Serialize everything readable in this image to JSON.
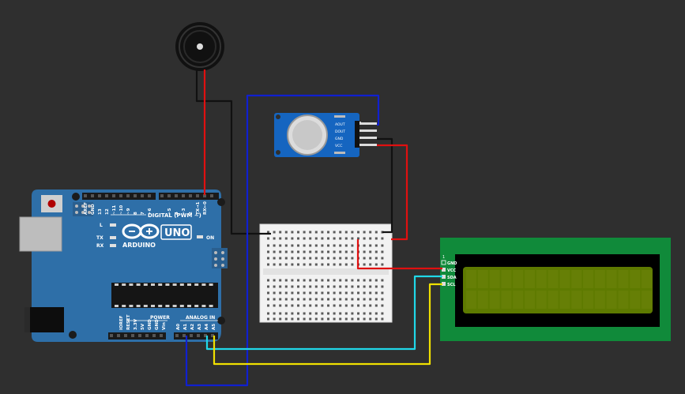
{
  "arduino": {
    "brand": "ARDUINO",
    "model": "UNO",
    "on_label": "ON",
    "l_label": "L",
    "tx_label": "TX",
    "rx_label": "RX",
    "digital_header": "DIGITAL (PWM ~)",
    "analog_header": "ANALOG IN",
    "power_header": "POWER",
    "digital_pins": [
      "AREF",
      "GND",
      "13",
      "12",
      "~11",
      "~10",
      "~9",
      "8",
      "7",
      "~6",
      "~5",
      "4",
      "~3",
      "2",
      "TX→1",
      "RX←0"
    ],
    "power_pins": [
      "IOREF",
      "RESET",
      "3.3V",
      "5V",
      "GND",
      "GND",
      "Vin"
    ],
    "analog_pins": [
      "A0",
      "A1",
      "A2",
      "A3",
      "A4",
      "A5"
    ]
  },
  "lcd": {
    "pin_labels": [
      "GND",
      "VCC",
      "SDA",
      "SCL"
    ],
    "pin_one_marker": "1"
  },
  "gas_sensor": {
    "pin_labels": [
      "AOUT",
      "DOUT",
      "GND",
      "VCC"
    ]
  },
  "colors": {
    "background": "#2f2f2f",
    "board": "#2e6fa8",
    "wire_red": "#e01010",
    "wire_black": "#111111",
    "wire_blue": "#1020d0",
    "wire_cyan": "#20d8e8",
    "wire_yellow": "#f0e000",
    "lcd_pcb": "#108a3a",
    "lcd_screen": "#5e7a00"
  }
}
